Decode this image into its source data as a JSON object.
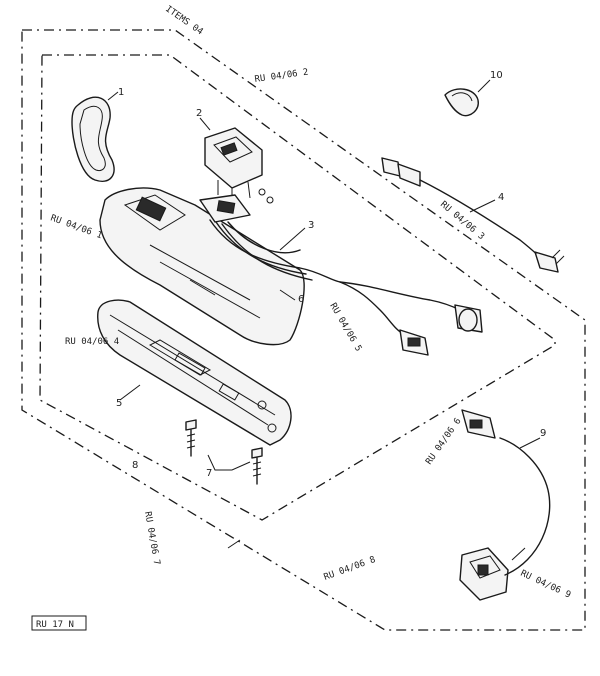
{
  "callouts": {
    "top_ref": "ITEMS 04",
    "ref_a": "RU 04/06 2",
    "ref_b": "RU 04/06 1",
    "ref_c": "RU 04/06 3",
    "ref_d": "RU 04/06 5",
    "ref_e": "RU 04/06 4",
    "ref_f": "RU 04/06 6",
    "ref_g": "RU 04/06 7",
    "ref_h": "RU 04/06 8",
    "ref_i": "RU 04/06 9"
  },
  "item_numbers": {
    "n1": "1",
    "n2": "2",
    "n3": "3",
    "n4": "4",
    "n5": "5",
    "n6": "6",
    "n7": "7",
    "n8": "8",
    "n9": "9",
    "n10": "10"
  },
  "figure_id": "RU 17 N"
}
